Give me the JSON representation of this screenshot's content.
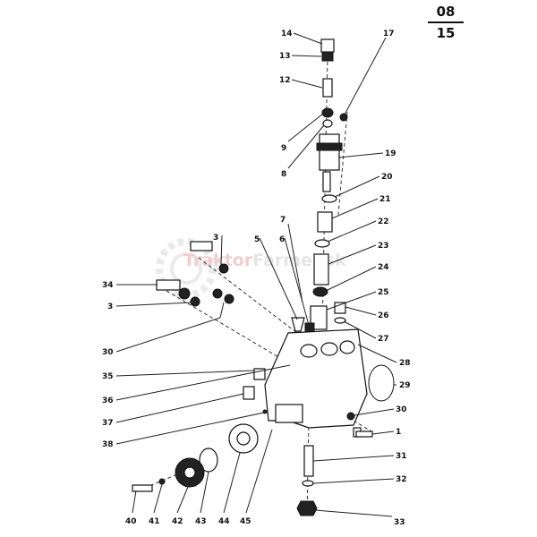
{
  "page": {
    "numerator": "08",
    "denominator": "15"
  },
  "watermark": {
    "brand_a": "Traktor",
    "brand_b": "Farmer",
    "suffix": ".sk",
    "color": "#e8a6a6"
  },
  "callouts": [
    "14",
    "13",
    "12",
    "9",
    "8",
    "17",
    "19",
    "20",
    "21",
    "22",
    "7",
    "23",
    "3",
    "5",
    "6",
    "24",
    "34",
    "25",
    "3",
    "26",
    "27",
    "30",
    "28",
    "35",
    "29",
    "36",
    "30",
    "37",
    "1",
    "38",
    "31",
    "32",
    "40",
    "41",
    "42",
    "43",
    "44",
    "45",
    "33"
  ]
}
